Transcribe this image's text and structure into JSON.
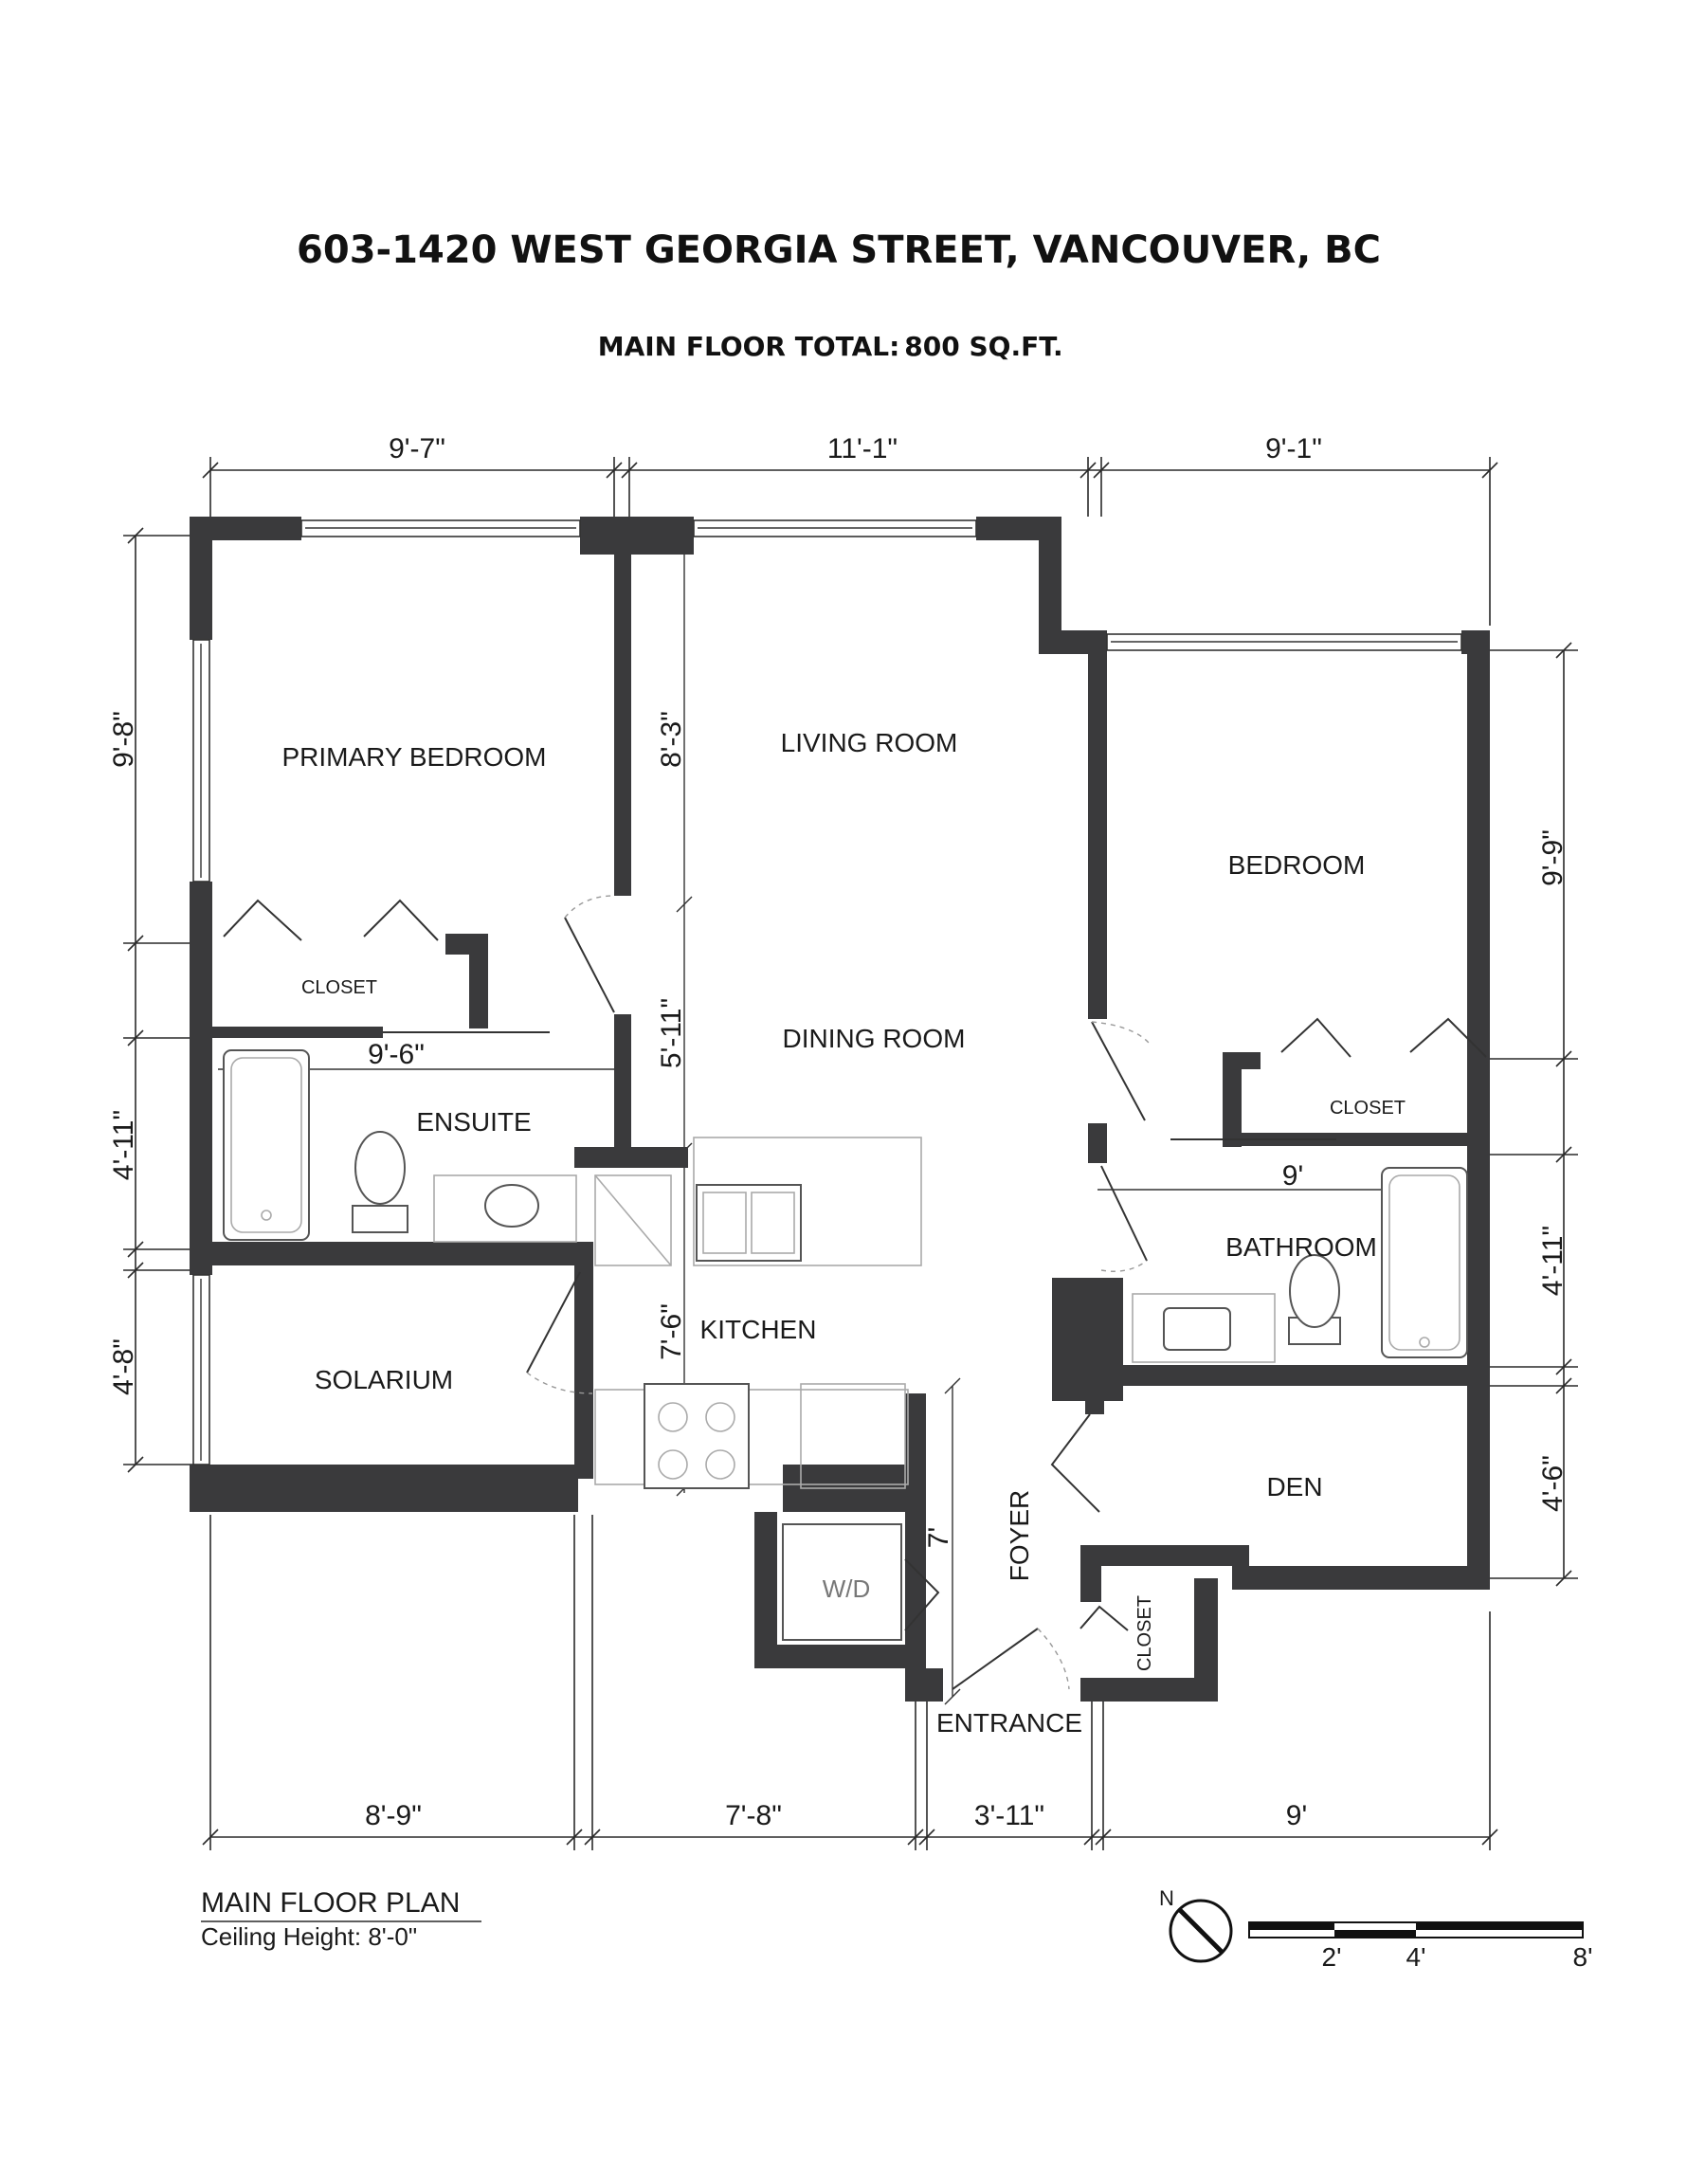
{
  "header": {
    "title": "603-1420 WEST GEORGIA STREET, VANCOUVER, BC",
    "area_label": "MAIN FLOOR TOTAL:",
    "area_value": "800 SQ.FT."
  },
  "rooms": {
    "primary_bedroom": "PRIMARY BEDROOM",
    "living_room": "LIVING ROOM",
    "bedroom": "BEDROOM",
    "closet_primary": "CLOSET",
    "dining_room": "DINING ROOM",
    "ensuite": "ENSUITE",
    "closet_bedroom": "CLOSET",
    "bathroom": "BATHROOM",
    "kitchen": "KITCHEN",
    "solarium": "SOLARIUM",
    "den": "DEN",
    "foyer": "FOYER",
    "wd": "W/D",
    "closet_entry": "CLOSET",
    "entrance": "ENTRANCE"
  },
  "dimensions": {
    "top_left": "9'-7\"",
    "top_mid": "11'-1\"",
    "top_right": "9'-1\"",
    "left_1": "9'-8\"",
    "left_2": "4'-11\"",
    "left_3": "4'-8\"",
    "right_1": "9'-9\"",
    "right_2": "4'-11\"",
    "right_3": "4'-6\"",
    "bottom_1": "8'-9\"",
    "bottom_2": "7'-8\"",
    "bottom_3": "3'-11\"",
    "bottom_4": "9'",
    "v_living": "8'-3\"",
    "v_dining": "5'-11\"",
    "v_kitchen": "7'-6\"",
    "v_foyer": "7'",
    "h_ensuite": "9'-6\"",
    "h_bath": "9'"
  },
  "footer": {
    "plan_title": "MAIN FLOOR PLAN",
    "ceiling": "Ceiling Height: 8'-0\"",
    "north": "N",
    "scale_2": "2'",
    "scale_4": "4'",
    "scale_8": "8'"
  }
}
